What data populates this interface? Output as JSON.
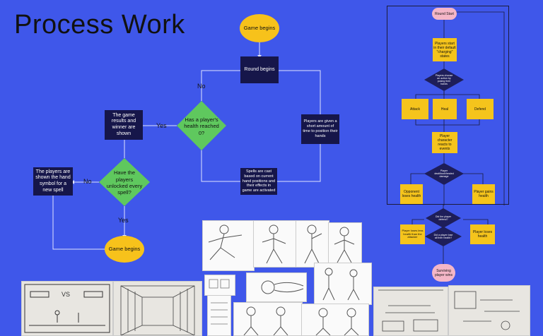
{
  "title": "Process Work",
  "flow": {
    "game_begins_top": "Game begins",
    "round_begins": "Round begins",
    "health_question": "Has a player's health reached 0?",
    "results": "The game results and winner are shown",
    "spells_question": "Have the players unlocked every spell?",
    "new_spell": "The players are shown the hand symbol for a new spell",
    "game_begins_bottom": "Game begins",
    "position_hands": "Players are given a short amount of time to position their hands",
    "spells_cast": "Spells are cast based on current hand positions and their effects in game are activated",
    "label_no_1": "No",
    "label_yes_1": "Yes",
    "label_no_2": "No",
    "label_yes_2": "Yes"
  },
  "right_flow": {
    "round_start": "Round Start",
    "default_states": "Players start in their default \"charging\" states",
    "choose_action": "Players choose an action by posing their hands",
    "attack": "Attack",
    "heal": "Heal",
    "defend": "Defend",
    "reacts": "Player character reacts to events",
    "damage_question": "Player dealt/took/healed damage",
    "opponent_loses": "Opponent loses health",
    "player_gains": "Player gains health",
    "defend_question": "Did the player defend?",
    "loses_by_attack": "Player loses less health than the attacker",
    "loss_question": "Did a player lose all their health?",
    "player_loses": "Player loses health",
    "surviving": "Surviving player wins"
  },
  "sketches": {
    "vs_text": "VS"
  }
}
